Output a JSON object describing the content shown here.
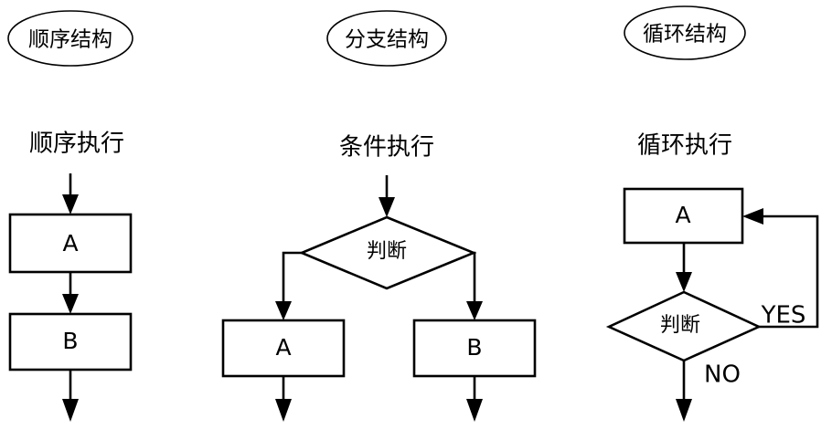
{
  "diagram": {
    "title_glyphs": "flowchart-control-structures",
    "background_color": "#ffffff",
    "stroke_color": "#000000",
    "columns": [
      {
        "id": "sequence",
        "badge": "顺序结构",
        "heading": "顺序执行",
        "nodes": [
          {
            "id": "seq-a",
            "label": "A",
            "shape": "rectangle"
          },
          {
            "id": "seq-b",
            "label": "B",
            "shape": "rectangle"
          }
        ],
        "edge_labels": []
      },
      {
        "id": "branch",
        "badge": "分支结构",
        "heading": "条件执行",
        "nodes": [
          {
            "id": "branch-decision",
            "label": "判断",
            "shape": "diamond"
          },
          {
            "id": "branch-a",
            "label": "A",
            "shape": "rectangle"
          },
          {
            "id": "branch-b",
            "label": "B",
            "shape": "rectangle"
          }
        ],
        "edge_labels": []
      },
      {
        "id": "loop",
        "badge": "循环结构",
        "heading": "循环执行",
        "nodes": [
          {
            "id": "loop-a",
            "label": "A",
            "shape": "rectangle"
          },
          {
            "id": "loop-decision",
            "label": "判断",
            "shape": "diamond"
          }
        ],
        "edge_labels": [
          {
            "id": "loop-yes",
            "label": "YES"
          },
          {
            "id": "loop-no",
            "label": "NO"
          }
        ]
      }
    ]
  }
}
